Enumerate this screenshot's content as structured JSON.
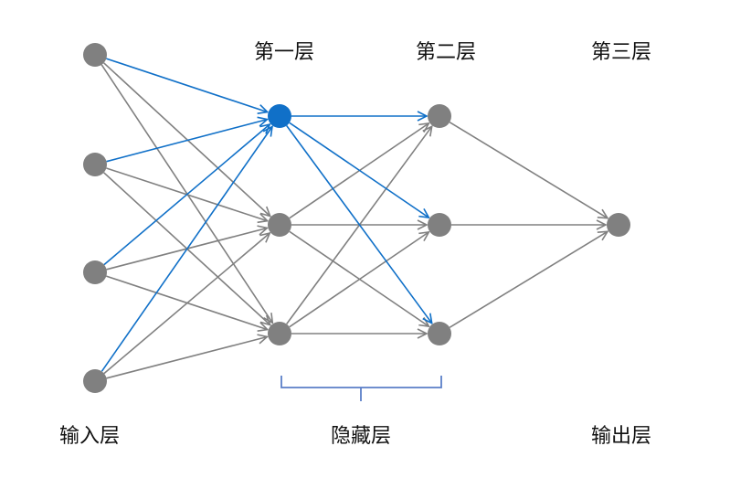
{
  "labels": {
    "layer1": "第一层",
    "layer2": "第二层",
    "layer3": "第三层",
    "input_layer": "输入层",
    "hidden_layers": "隐藏层",
    "output_layer": "输出层"
  },
  "colors": {
    "node": "#808080",
    "highlight_node": "#1070C8",
    "edge": "#808080",
    "highlight_edge": "#1070C8",
    "brace": "#5B7FC8"
  },
  "network": {
    "layer_sizes": [
      4,
      3,
      3,
      1
    ],
    "highlighted_node": {
      "layer": 1,
      "index": 0
    }
  }
}
